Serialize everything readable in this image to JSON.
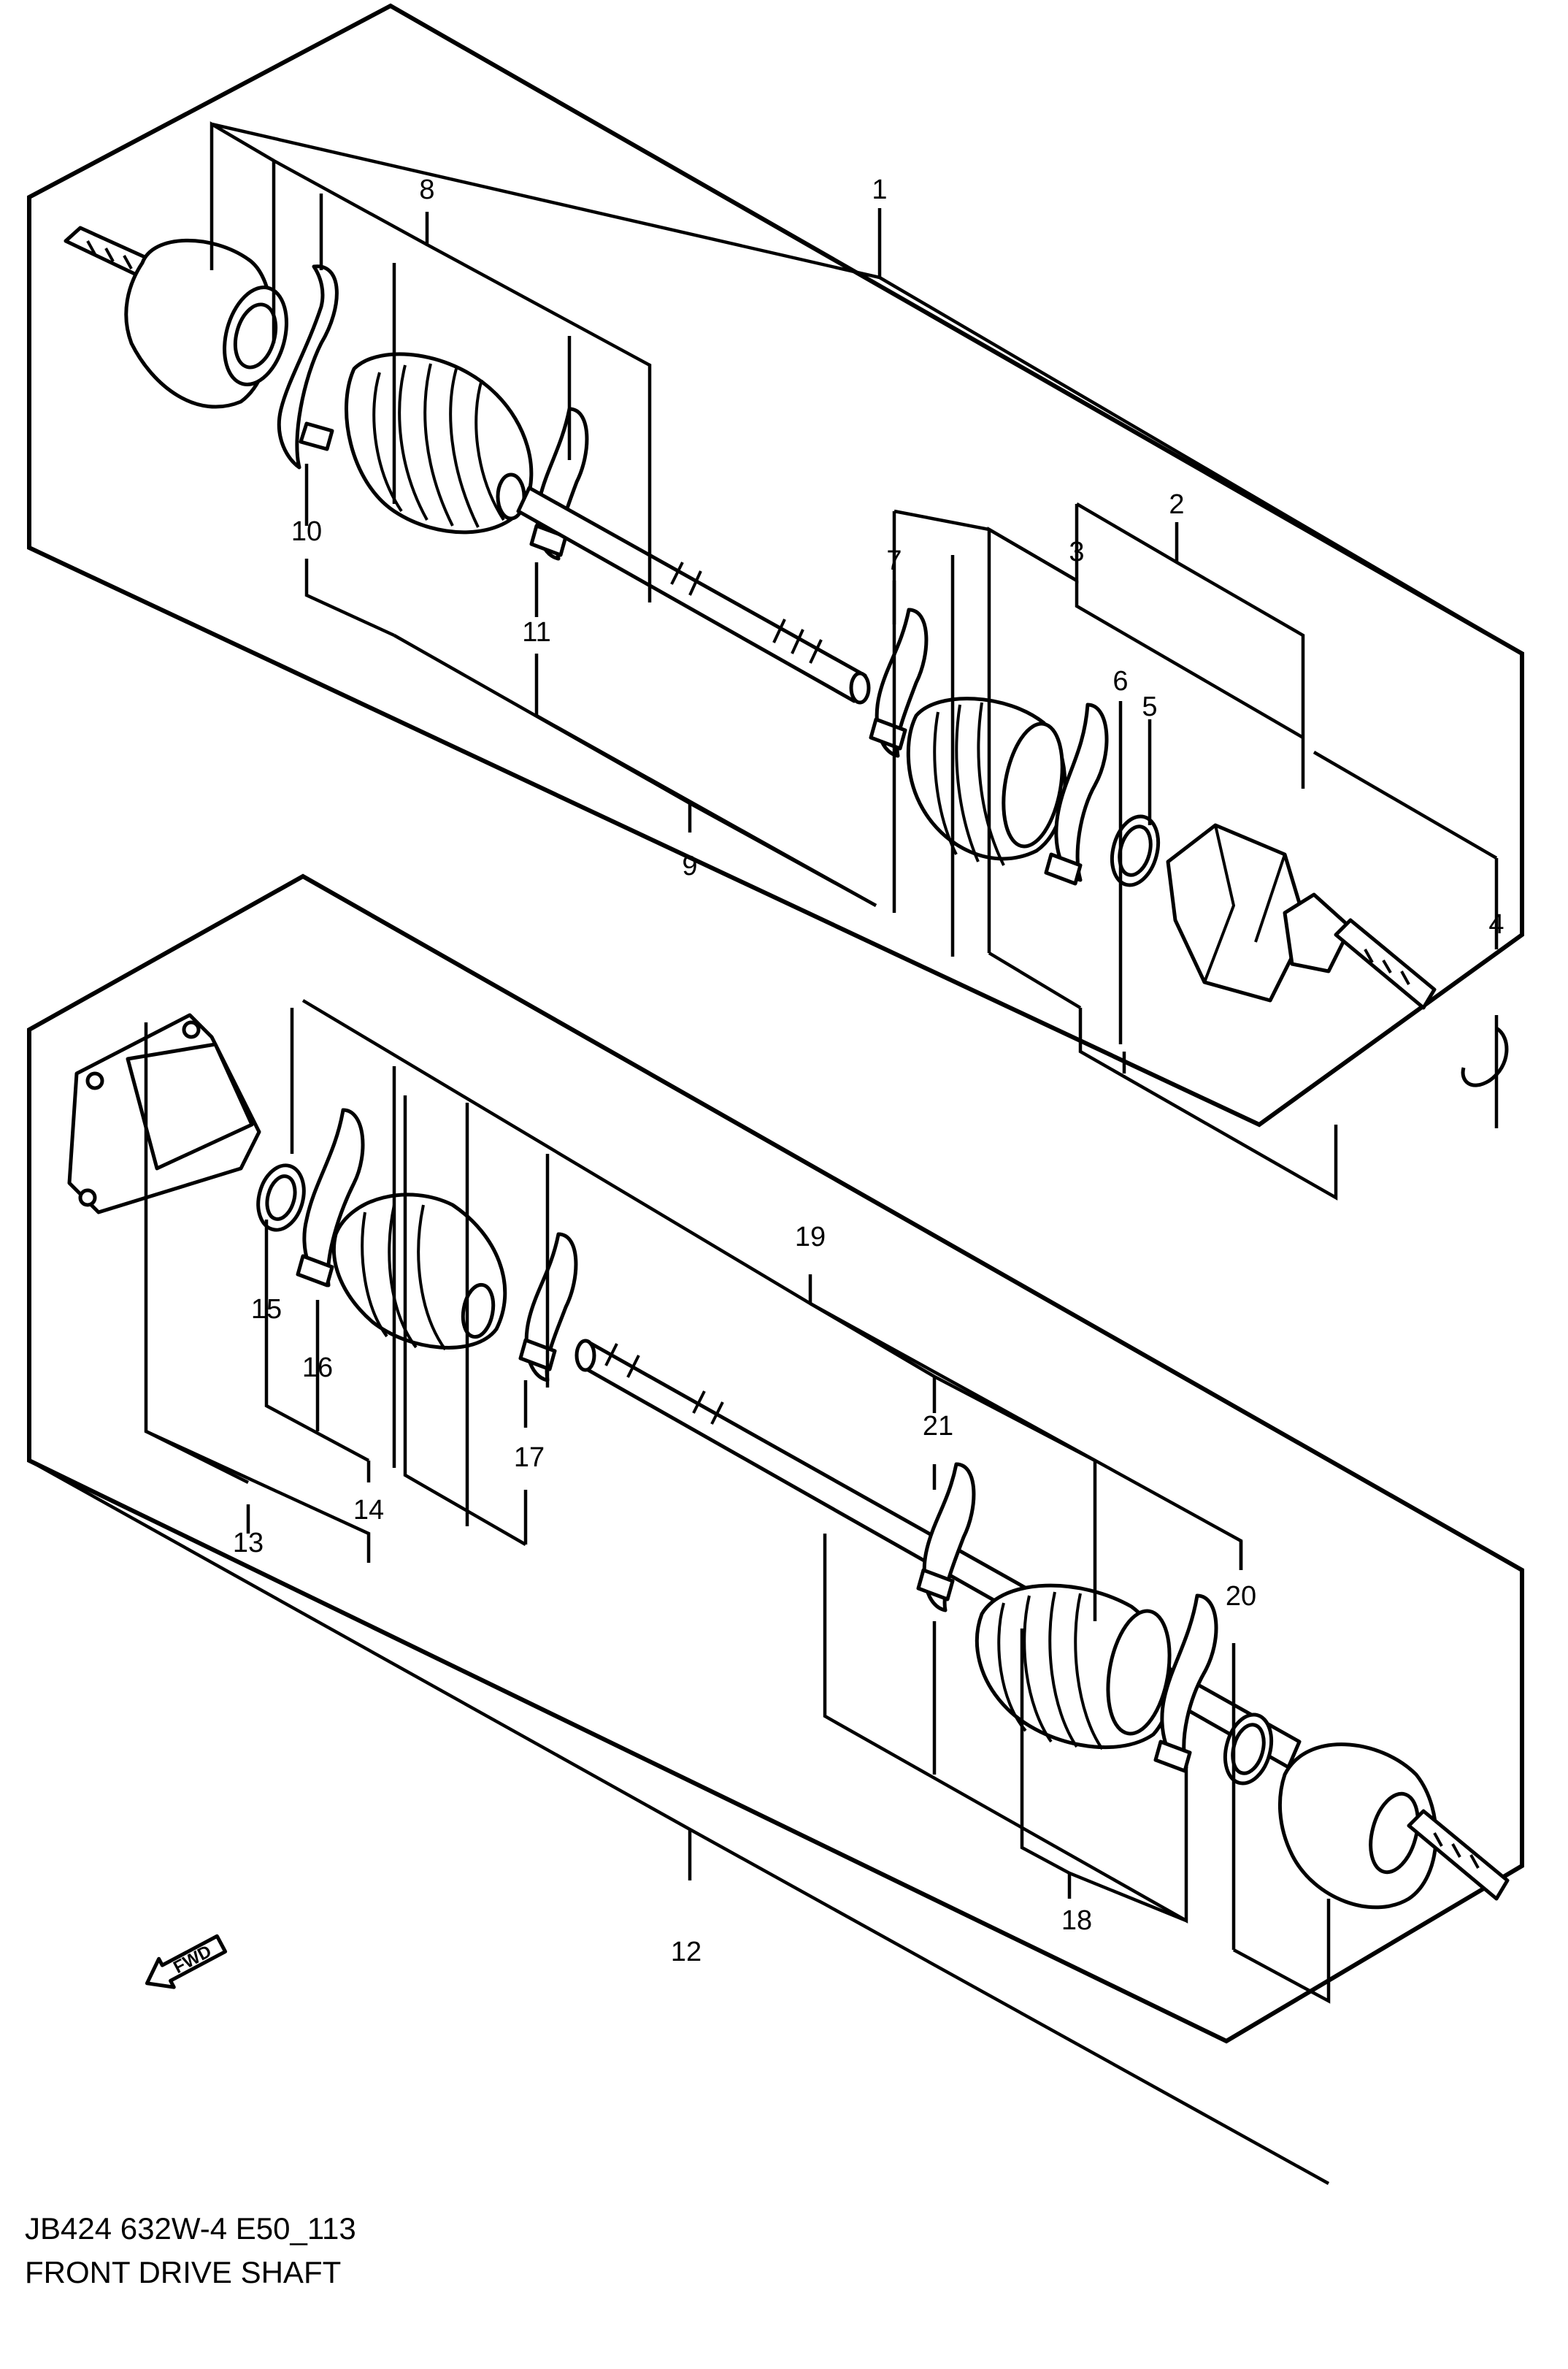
{
  "callouts": {
    "c1": "1",
    "c2": "2",
    "c3": "3",
    "c4": "4",
    "c5": "5",
    "c6": "6",
    "c7": "7",
    "c8": "8",
    "c9": "9",
    "c10": "10",
    "c11": "11",
    "c12": "12",
    "c13": "13",
    "c14": "14",
    "c15": "15",
    "c16": "16",
    "c17": "17",
    "c18": "18",
    "c19": "19",
    "c20": "20",
    "c21": "21"
  },
  "direction_marker": {
    "label": "FWD",
    "icon": "arrow-left-icon"
  },
  "footer": {
    "diagram_code": "JB424 632W-4 E50_113",
    "title": "FRONT DRIVE SHAFT"
  }
}
